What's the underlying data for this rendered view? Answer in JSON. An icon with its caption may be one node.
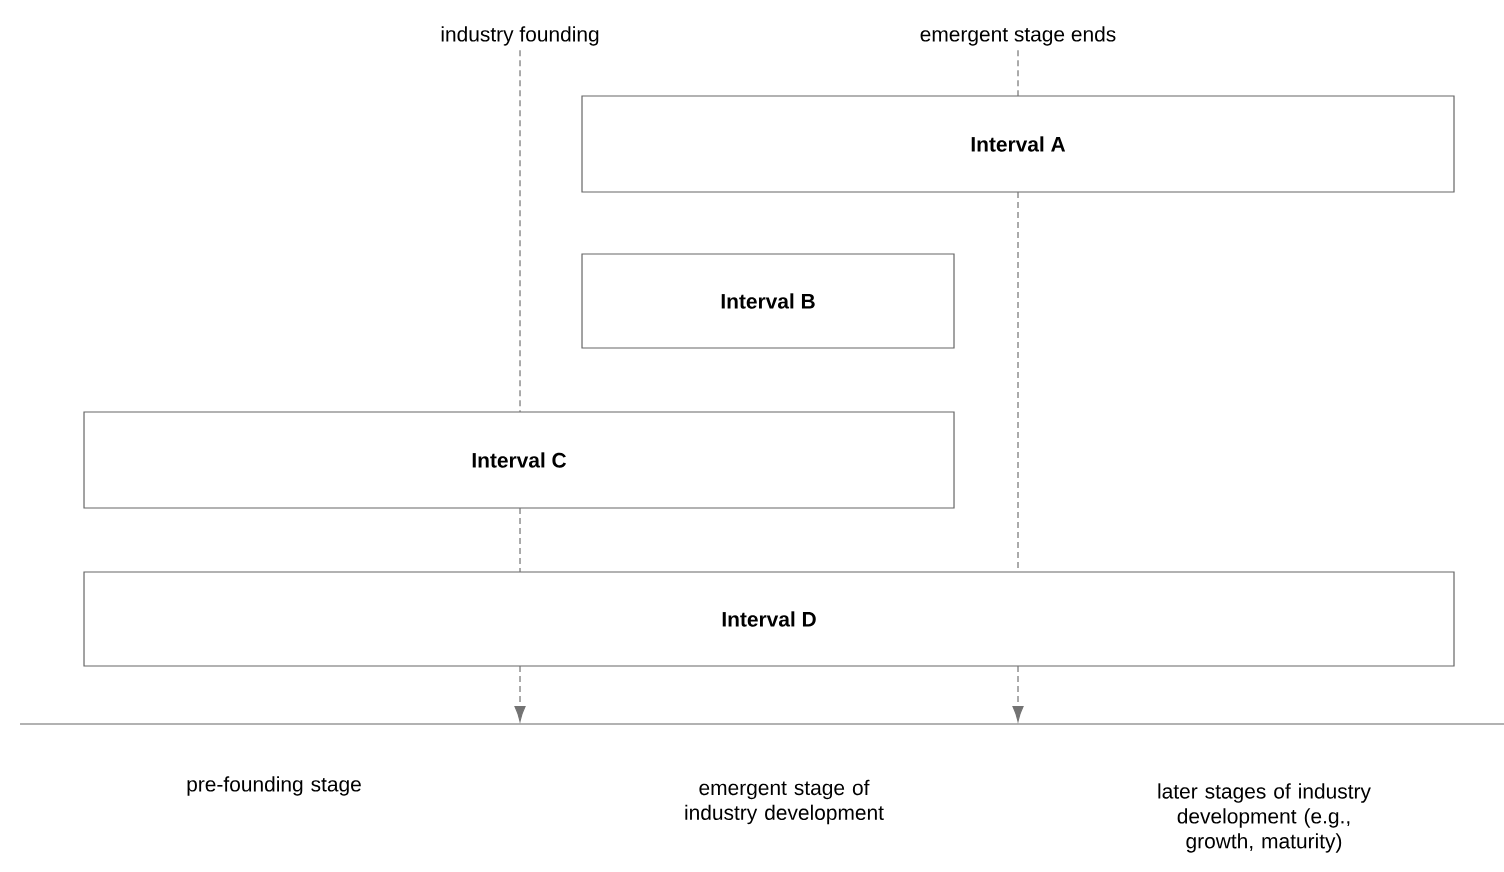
{
  "diagram": {
    "nodes": [
      {
        "text": [
          "industry founding"
        ]
      },
      {
        "text": [
          "emergent stage ends"
        ]
      },
      {
        "text": [
          "Interval A"
        ]
      },
      {
        "text": [
          "Interval B"
        ]
      },
      {
        "text": [
          "Interval C"
        ]
      },
      {
        "text": [
          "Interval D"
        ]
      }
    ],
    "edges": [
      {
        "from": 0,
        "to": null,
        "arrow": "to",
        "style": "dashed"
      },
      {
        "from": 1,
        "to": null,
        "arrow": "to",
        "style": "dashed"
      }
    ],
    "labels": [
      "pre-founding stage",
      "emergent stage of industry development",
      "later stages of industry development (e.g., growth, maturity)"
    ]
  }
}
